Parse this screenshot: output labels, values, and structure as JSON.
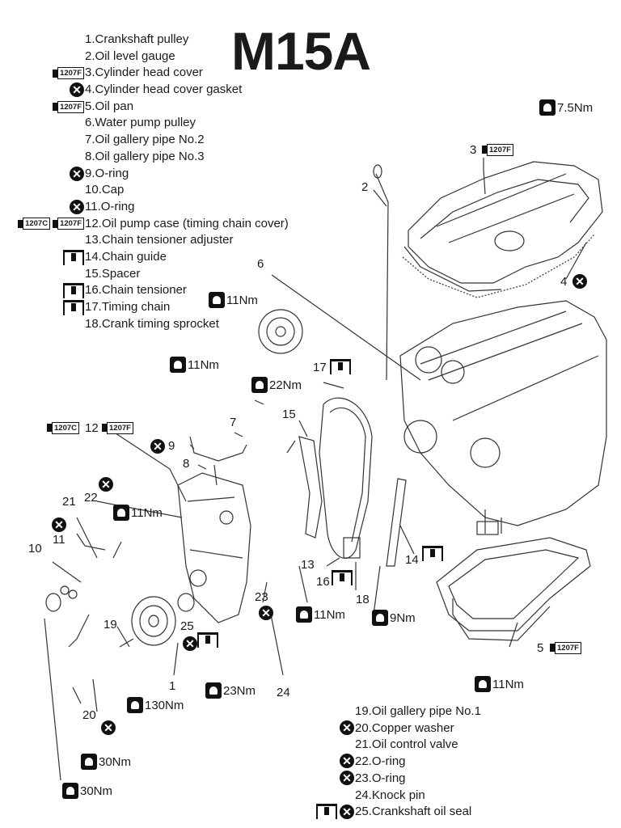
{
  "title": "M15A",
  "legend_top": [
    {
      "text": "1.Crankshaft pulley",
      "symbols": []
    },
    {
      "text": "2.Oil level gauge",
      "symbols": []
    },
    {
      "text": "3.Cylinder head cover",
      "symbols": [
        "1207F"
      ]
    },
    {
      "text": "4.Cylinder head cover gasket",
      "symbols": [
        "x"
      ]
    },
    {
      "text": "5.Oil pan",
      "symbols": [
        "1207F"
      ]
    },
    {
      "text": "6.Water pump pulley",
      "symbols": []
    },
    {
      "text": "7.Oil gallery pipe No.2",
      "symbols": []
    },
    {
      "text": "8.Oil gallery pipe No.3",
      "symbols": []
    },
    {
      "text": "9.O-ring",
      "symbols": [
        "x"
      ]
    },
    {
      "text": "10.Cap",
      "symbols": []
    },
    {
      "text": "11.O-ring",
      "symbols": [
        "x"
      ]
    },
    {
      "text": "12.Oil pump case (timing chain cover)",
      "symbols": [
        "1207C",
        "1207F"
      ]
    },
    {
      "text": "13.Chain tensioner adjuster",
      "symbols": []
    },
    {
      "text": "14.Chain guide",
      "symbols": [
        "oil"
      ]
    },
    {
      "text": "15.Spacer",
      "symbols": []
    },
    {
      "text": "16.Chain tensioner",
      "symbols": [
        "oil"
      ]
    },
    {
      "text": "17.Timing chain",
      "symbols": [
        "oil"
      ]
    },
    {
      "text": "18.Crank timing sprocket",
      "symbols": []
    }
  ],
  "legend_bottom": [
    {
      "text": "19.Oil gallery pipe No.1",
      "symbols": []
    },
    {
      "text": "20.Copper washer",
      "symbols": [
        "x"
      ]
    },
    {
      "text": "21.Oil control valve",
      "symbols": []
    },
    {
      "text": "22.O-ring",
      "symbols": [
        "x"
      ]
    },
    {
      "text": "23.O-ring",
      "symbols": [
        "x"
      ]
    },
    {
      "text": "24.Knock pin",
      "symbols": []
    },
    {
      "text": "25.Crankshaft oil seal",
      "symbols": [
        "oil",
        "x"
      ]
    }
  ],
  "torques": {
    "t1": "7.5Nm",
    "t2": "11Nm",
    "t3": "11Nm",
    "t4": "22Nm",
    "t5": "11Nm",
    "t6": "11Nm",
    "t7": "9Nm",
    "t8": "11Nm",
    "t9": "23Nm",
    "t10": "130Nm",
    "t11": "30Nm",
    "t12": "30Nm"
  },
  "callouts": {
    "c1": "1",
    "c2": "2",
    "c3": "3",
    "c4": "4",
    "c5": "5",
    "c6": "6",
    "c7": "7",
    "c8": "8",
    "c9": "9",
    "c10": "10",
    "c11": "11",
    "c12": "12",
    "c13": "13",
    "c14": "14",
    "c15": "15",
    "c16": "16",
    "c17": "17",
    "c18": "18",
    "c19": "19",
    "c20": "20",
    "c21": "21",
    "c22": "22",
    "c23": "23",
    "c24": "24",
    "c25": "25"
  },
  "badges": {
    "f": "1207F",
    "c": "1207C"
  }
}
